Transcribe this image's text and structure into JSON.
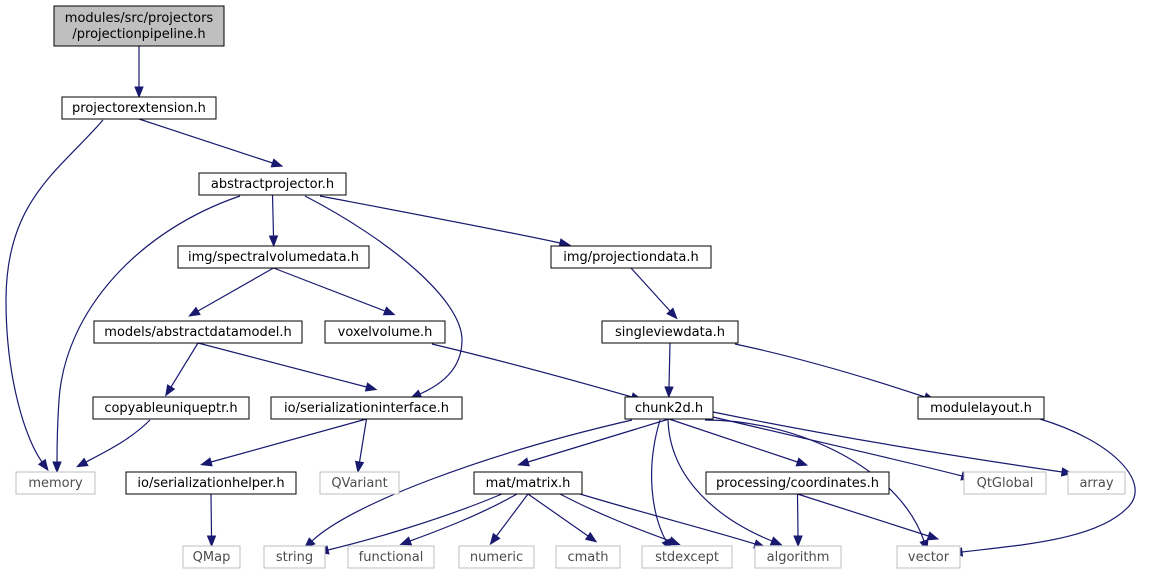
{
  "graph": {
    "nodes": [
      {
        "id": "root",
        "lines": [
          "modules/src/projectors",
          "/projectionpipeline.h"
        ],
        "kind": "root"
      },
      {
        "id": "projectorextension",
        "lines": [
          "projectorextension.h"
        ],
        "kind": "file"
      },
      {
        "id": "abstractprojector",
        "lines": [
          "abstractprojector.h"
        ],
        "kind": "file"
      },
      {
        "id": "spectralvolumedata",
        "lines": [
          "img/spectralvolumedata.h"
        ],
        "kind": "file"
      },
      {
        "id": "projectiondata",
        "lines": [
          "img/projectiondata.h"
        ],
        "kind": "file"
      },
      {
        "id": "abstractdatamodel",
        "lines": [
          "models/abstractdatamodel.h"
        ],
        "kind": "file"
      },
      {
        "id": "voxelvolume",
        "lines": [
          "voxelvolume.h"
        ],
        "kind": "file"
      },
      {
        "id": "singleviewdata",
        "lines": [
          "singleviewdata.h"
        ],
        "kind": "file"
      },
      {
        "id": "copyableuniqueptr",
        "lines": [
          "copyableuniqueptr.h"
        ],
        "kind": "file"
      },
      {
        "id": "serializationinterface",
        "lines": [
          "io/serializationinterface.h"
        ],
        "kind": "file"
      },
      {
        "id": "chunk2d",
        "lines": [
          "chunk2d.h"
        ],
        "kind": "file"
      },
      {
        "id": "modulelayout",
        "lines": [
          "modulelayout.h"
        ],
        "kind": "file"
      },
      {
        "id": "memory",
        "lines": [
          "memory"
        ],
        "kind": "ext"
      },
      {
        "id": "serializationhelper",
        "lines": [
          "io/serializationhelper.h"
        ],
        "kind": "file"
      },
      {
        "id": "qvariant",
        "lines": [
          "QVariant"
        ],
        "kind": "ext"
      },
      {
        "id": "matrix",
        "lines": [
          "mat/matrix.h"
        ],
        "kind": "file"
      },
      {
        "id": "coordinates",
        "lines": [
          "processing/coordinates.h"
        ],
        "kind": "file"
      },
      {
        "id": "qtglobal",
        "lines": [
          "QtGlobal"
        ],
        "kind": "ext"
      },
      {
        "id": "array",
        "lines": [
          "array"
        ],
        "kind": "ext"
      },
      {
        "id": "qmap",
        "lines": [
          "QMap"
        ],
        "kind": "ext"
      },
      {
        "id": "string",
        "lines": [
          "string"
        ],
        "kind": "ext"
      },
      {
        "id": "functional",
        "lines": [
          "functional"
        ],
        "kind": "ext"
      },
      {
        "id": "numeric",
        "lines": [
          "numeric"
        ],
        "kind": "ext"
      },
      {
        "id": "cmath",
        "lines": [
          "cmath"
        ],
        "kind": "ext"
      },
      {
        "id": "stdexcept",
        "lines": [
          "stdexcept"
        ],
        "kind": "ext"
      },
      {
        "id": "algorithm",
        "lines": [
          "algorithm"
        ],
        "kind": "ext"
      },
      {
        "id": "vector",
        "lines": [
          "vector"
        ],
        "kind": "ext"
      }
    ],
    "edges": [
      {
        "from": "root",
        "to": "projectorextension"
      },
      {
        "from": "projectorextension",
        "to": "memory"
      },
      {
        "from": "projectorextension",
        "to": "abstractprojector"
      },
      {
        "from": "abstractprojector",
        "to": "memory"
      },
      {
        "from": "abstractprojector",
        "to": "spectralvolumedata"
      },
      {
        "from": "abstractprojector",
        "to": "serializationinterface"
      },
      {
        "from": "abstractprojector",
        "to": "projectiondata"
      },
      {
        "from": "spectralvolumedata",
        "to": "abstractdatamodel"
      },
      {
        "from": "spectralvolumedata",
        "to": "voxelvolume"
      },
      {
        "from": "projectiondata",
        "to": "singleviewdata"
      },
      {
        "from": "abstractdatamodel",
        "to": "copyableuniqueptr"
      },
      {
        "from": "abstractdatamodel",
        "to": "serializationinterface"
      },
      {
        "from": "voxelvolume",
        "to": "chunk2d"
      },
      {
        "from": "singleviewdata",
        "to": "chunk2d"
      },
      {
        "from": "singleviewdata",
        "to": "modulelayout"
      },
      {
        "from": "copyableuniqueptr",
        "to": "memory"
      },
      {
        "from": "serializationinterface",
        "to": "serializationhelper"
      },
      {
        "from": "serializationinterface",
        "to": "qvariant"
      },
      {
        "from": "serializationhelper",
        "to": "qmap"
      },
      {
        "from": "chunk2d",
        "to": "string"
      },
      {
        "from": "chunk2d",
        "to": "matrix"
      },
      {
        "from": "chunk2d",
        "to": "stdexcept"
      },
      {
        "from": "chunk2d",
        "to": "algorithm"
      },
      {
        "from": "chunk2d",
        "to": "coordinates"
      },
      {
        "from": "chunk2d",
        "to": "vector"
      },
      {
        "from": "chunk2d",
        "to": "qtglobal"
      },
      {
        "from": "chunk2d",
        "to": "array"
      },
      {
        "from": "modulelayout",
        "to": "vector"
      },
      {
        "from": "matrix",
        "to": "string"
      },
      {
        "from": "matrix",
        "to": "functional"
      },
      {
        "from": "matrix",
        "to": "numeric"
      },
      {
        "from": "matrix",
        "to": "cmath"
      },
      {
        "from": "matrix",
        "to": "stdexcept"
      },
      {
        "from": "matrix",
        "to": "algorithm"
      },
      {
        "from": "coordinates",
        "to": "algorithm"
      },
      {
        "from": "coordinates",
        "to": "vector"
      }
    ]
  },
  "colors": {
    "edge": "#191970",
    "root_fill": "#bfbfbf",
    "ext_border": "#bfbfbf",
    "file_border": "#000000"
  }
}
